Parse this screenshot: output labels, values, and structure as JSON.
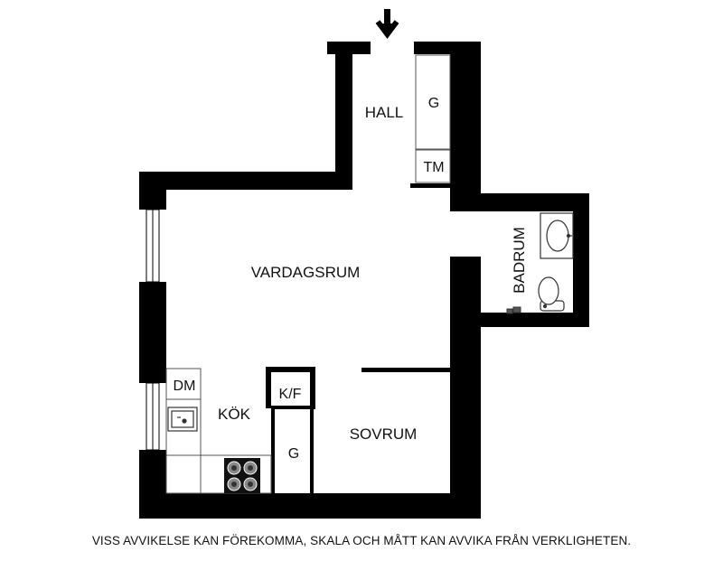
{
  "rooms": {
    "hall": "HALL",
    "vardagsrum": "VARDAGSRUM",
    "kok": "KÖK",
    "sovrum": "SOVRUM",
    "badrum": "BADRUM"
  },
  "fixtures": {
    "hall_garderob": "G",
    "tvattmaskin": "TM",
    "diskmaskin": "DM",
    "kyl_frys": "K/F",
    "sovrum_garderob": "G"
  },
  "icons": [
    "entrance-arrow-icon",
    "washbasin-icon",
    "toilet-icon",
    "shower-mixer-icon",
    "kitchen-sink-icon",
    "stove-icon"
  ],
  "disclaimer": "VISS AVVIKELSE KAN FÖREKOMMA, SKALA OCH MÅTT KAN AVVIKA FRÅN VERKLIGHETEN."
}
